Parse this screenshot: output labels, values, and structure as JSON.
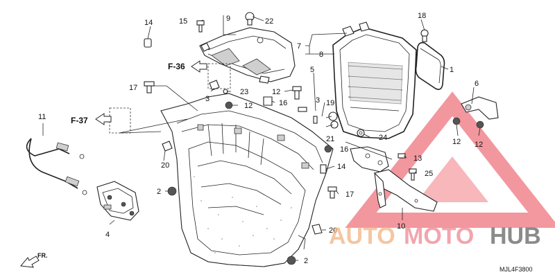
{
  "callouts": {
    "c1": "1",
    "c2a": "2",
    "c2b": "2",
    "c3a": "3",
    "c3b": "3",
    "c4": "4",
    "c5": "5",
    "c6": "6",
    "c7": "7",
    "c8": "8",
    "c9": "9",
    "c10": "10",
    "c11": "11",
    "c12a": "12",
    "c12b": "12",
    "c12c": "12",
    "c12d": "12",
    "c13": "13",
    "c14a": "14",
    "c14b": "14",
    "c15": "15",
    "c16a": "16",
    "c16b": "16",
    "c17a": "17",
    "c17b": "17",
    "c18": "18",
    "c19": "19",
    "c20a": "20",
    "c20b": "20",
    "c21": "21",
    "c22": "22",
    "c23": "23",
    "c24": "24",
    "c25": "25"
  },
  "references": {
    "f36": "F-36",
    "f37": "F-37"
  },
  "front_label": "FR.",
  "diagram_code": "MJL4F3800",
  "watermark": {
    "auto": "AUTO",
    "moto": "MOTO",
    "hub": "HUB"
  },
  "colors": {
    "watermark_red": "#e8434f",
    "watermark_orange": "#f29a4a",
    "watermark_gray": "#6f6f6f"
  }
}
